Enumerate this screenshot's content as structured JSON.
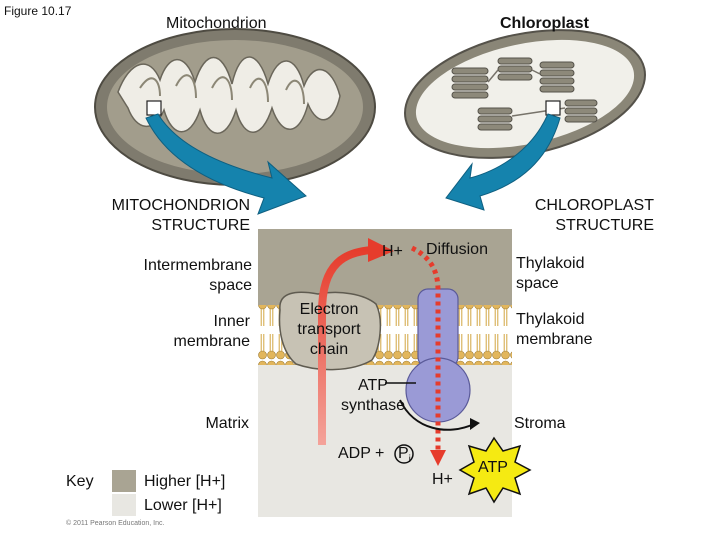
{
  "figure_label": "Figure 10.17",
  "headings": {
    "mitochondrion": "Mitochondrion",
    "chloroplast": "Chloroplast",
    "mito_structure_1": "MITOCHONDRION",
    "mito_structure_2": "STRUCTURE",
    "chloro_structure_1": "CHLOROPLAST",
    "chloro_structure_2": "STRUCTURE"
  },
  "left_labels": {
    "intermembrane_1": "Intermembrane",
    "intermembrane_2": "space",
    "inner_1": "Inner",
    "inner_2": "membrane",
    "matrix": "Matrix"
  },
  "right_labels": {
    "thylakoid_space_1": "Thylakoid",
    "thylakoid_space_2": "space",
    "thylakoid_membrane_1": "Thylakoid",
    "thylakoid_membrane_2": "membrane",
    "stroma": "Stroma"
  },
  "center_labels": {
    "h_plus_top": "H+",
    "diffusion": "Diffusion",
    "etc_1": "Electron",
    "etc_2": "transport",
    "etc_3": "chain",
    "atp_synthase_1": "ATP",
    "atp_synthase_2": "synthase",
    "adp": "ADP +",
    "pi": "P",
    "pi_sub": "i",
    "h_plus_bottom": "H+",
    "atp": "ATP"
  },
  "key": {
    "title": "Key",
    "higher": "Higher [H+]",
    "lower": "Lower [H+]"
  },
  "copyright": "© 2011 Pearson Education, Inc.",
  "colors": {
    "high_h": "#a9a493",
    "low_h": "#e8e7e2",
    "membrane": "#e2b65c",
    "arrow_blue": "#1583ad",
    "arrow_red": "#e63c2c",
    "synthase": "#9a9ad6",
    "etc": "#c7c2b4",
    "atp_burst": "#f5ea12"
  }
}
